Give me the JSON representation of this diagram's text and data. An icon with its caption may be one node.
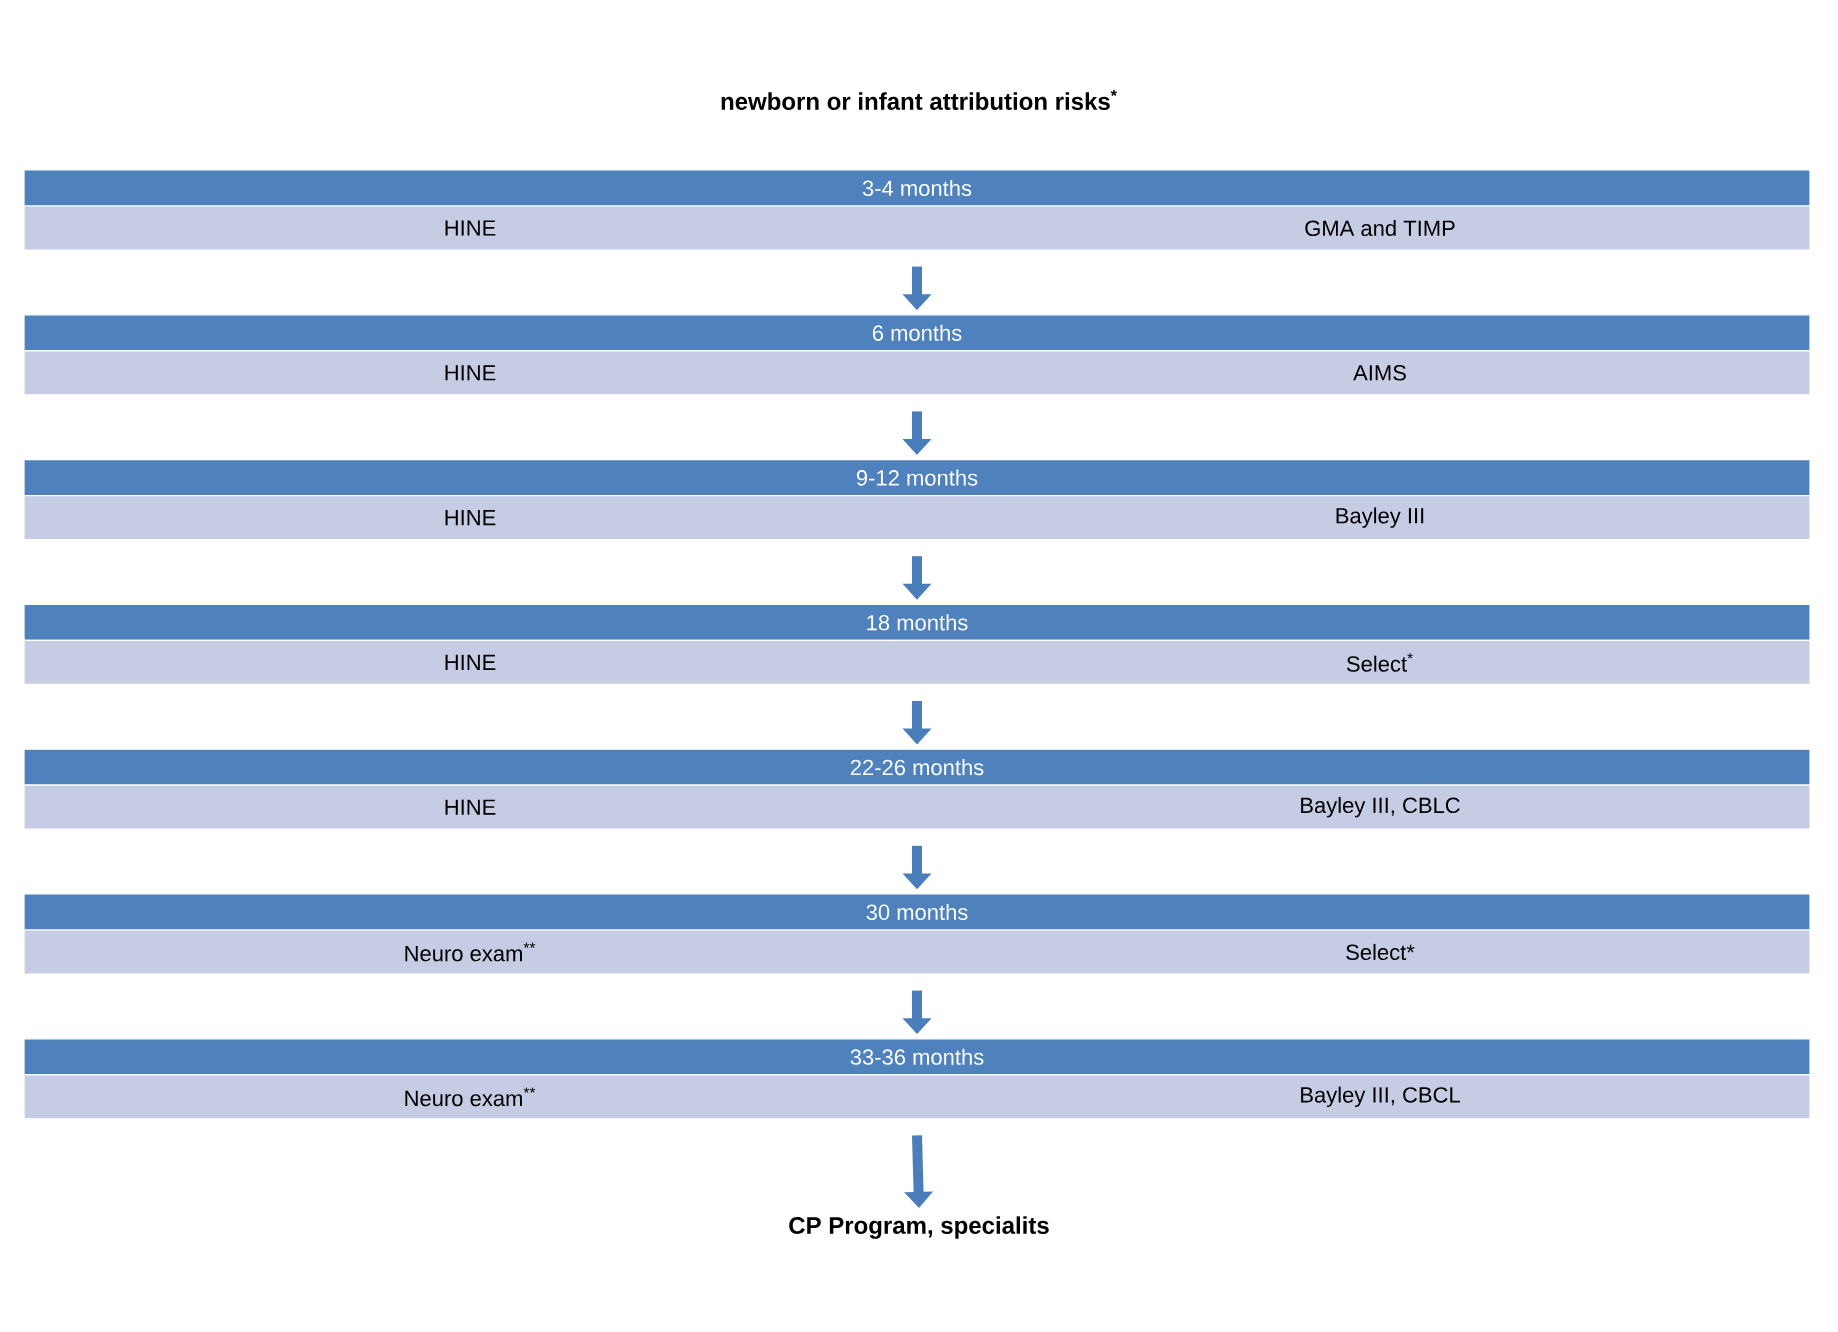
{
  "diagram": {
    "title": "newborn or infant attribution risks$^{*}$",
    "nodes": [
      {
        "text": [
          "3-4 months"
        ]
      },
      {
        "text": [
          "HINE",
          "GMA and TIMP"
        ]
      },
      {
        "text": [
          "6 months"
        ]
      },
      {
        "text": [
          "HINE",
          "AIMS"
        ]
      },
      {
        "text": [
          "9-12 months"
        ]
      },
      {
        "text": [
          "HINE",
          "Bayley III"
        ]
      },
      {
        "text": [
          "18 months"
        ]
      },
      {
        "text": [
          "HINE",
          "Select$^{*}$"
        ]
      },
      {
        "text": [
          "22-26 months"
        ]
      },
      {
        "text": [
          "HINE",
          "Bayley III, CBLC"
        ]
      },
      {
        "text": [
          "30 months"
        ]
      },
      {
        "text": [
          "Neuro exam$^{**}$",
          "Select*"
        ]
      },
      {
        "text": [
          "33-36 months"
        ]
      },
      {
        "text": [
          "Neuro exam$^{**}$",
          "Bayley III, CBCL"
        ]
      },
      {
        "text": [
          "CP Program, specialits"
        ]
      }
    ],
    "edges": [
      {
        "from": 1,
        "to": 2,
        "arrow": "to"
      },
      {
        "from": 3,
        "to": 4,
        "arrow": "to"
      },
      {
        "from": 5,
        "to": 6,
        "arrow": "to"
      },
      {
        "from": 7,
        "to": 8,
        "arrow": "to"
      },
      {
        "from": 9,
        "to": 10,
        "arrow": "to"
      },
      {
        "from": 11,
        "to": 12,
        "arrow": "to"
      },
      {
        "from": 13,
        "to": 14,
        "arrow": "to"
      }
    ]
  }
}
